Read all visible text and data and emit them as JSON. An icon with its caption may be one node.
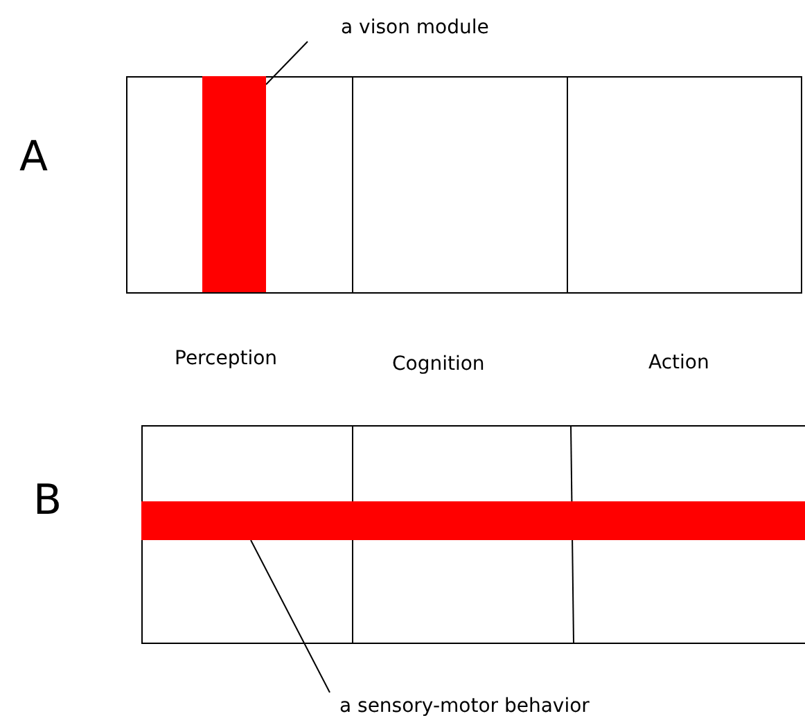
{
  "diagram": {
    "nodes": [
      {
        "text": [
          "a vison module"
        ]
      },
      {
        "text": [],
        "shape": "bar"
      },
      {
        "text": [],
        "shape": "bar"
      },
      {
        "text": [
          "a sensory-motor behavior"
        ]
      }
    ],
    "edges": [
      {
        "from": 0,
        "to": 1,
        "arrow": "none"
      },
      {
        "from": 3,
        "to": 2,
        "arrow": "none"
      }
    ],
    "labels": [
      "A",
      "Perception",
      "Cognition",
      "Action",
      "B"
    ]
  }
}
